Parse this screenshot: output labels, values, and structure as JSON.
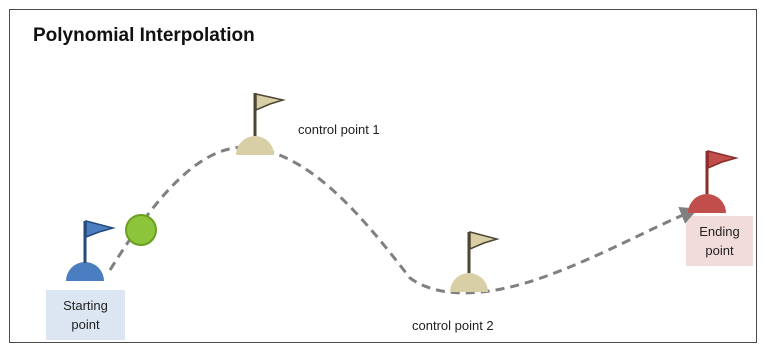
{
  "diagram": {
    "title": "Polynomial Interpolation",
    "points": {
      "start": {
        "label_line1": "Starting",
        "label_line2": "point"
      },
      "control1": {
        "label": "control point 1"
      },
      "control2": {
        "label": "control point 2"
      },
      "end": {
        "label_line1": "Ending",
        "label_line2": "point"
      }
    },
    "colors": {
      "start_flag": "#4a7ec0",
      "start_label_bg": "#dce6f2",
      "control_flag": "#d9cfa6",
      "control_flag_dark": "#4d4633",
      "end_flag": "#c24e4c",
      "end_label_bg": "#f2dcdb",
      "moving_ball": "#8cc43c",
      "path": "#808080"
    }
  }
}
